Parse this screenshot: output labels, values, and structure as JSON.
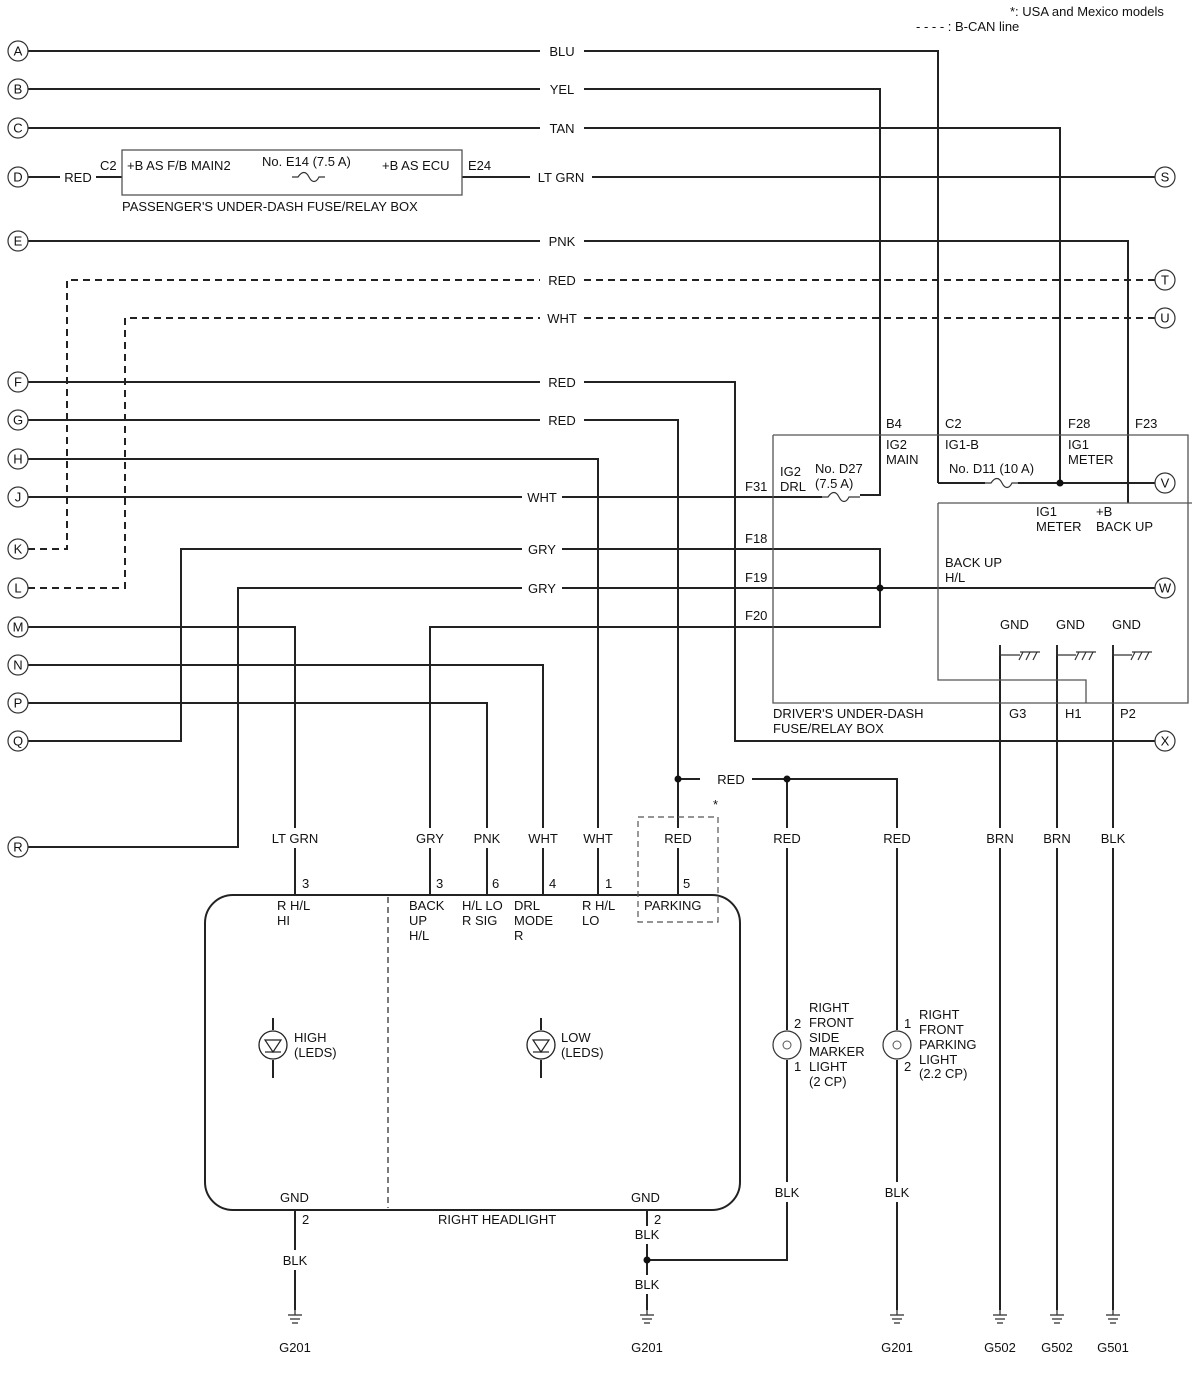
{
  "legend": {
    "note1": "*: USA and Mexico models",
    "note2": "- - - - : B-CAN line"
  },
  "left_connectors": [
    "A",
    "B",
    "C",
    "D",
    "E",
    "K",
    "L",
    "F",
    "G",
    "H",
    "J",
    "M",
    "N",
    "P",
    "Q",
    "R"
  ],
  "right_connectors": [
    "S",
    "T",
    "U",
    "V",
    "W",
    "X"
  ],
  "wire_colors": {
    "A": "BLU",
    "B": "YEL",
    "C": "TAN",
    "D_left": "RED",
    "D_right": "LT GRN",
    "E": "PNK",
    "T": "RED",
    "U": "WHT",
    "F": "RED",
    "G": "RED",
    "J": "WHT",
    "Q": "GRY",
    "R": "GRY",
    "parking_red": "RED"
  },
  "passenger_box": {
    "c2": "C2",
    "e24": "E24",
    "left_label": "+B AS F/B MAIN2",
    "fuse": "No. E14 (7.5 A)",
    "right_label": "+B AS ECU",
    "caption": "PASSENGER'S UNDER-DASH FUSE/RELAY BOX"
  },
  "driver_box": {
    "pins_top": [
      "B4",
      "C2",
      "F28",
      "F23"
    ],
    "ig2_main": [
      "IG2",
      "MAIN"
    ],
    "ig1_b": "IG1-B",
    "ig1_meter_top": [
      "IG1",
      "METER"
    ],
    "ig2_drl": [
      "IG2",
      "DRL"
    ],
    "fuse_d27": [
      "No. D27",
      "(7.5 A)"
    ],
    "fuse_d11": "No. D11 (10 A)",
    "ig1_meter": [
      "IG1",
      "METER"
    ],
    "b_backup": [
      "+B",
      "BACK UP"
    ],
    "pins_left": [
      "F31",
      "F18",
      "F19",
      "F20"
    ],
    "backup_hl": [
      "BACK UP",
      "H/L"
    ],
    "gnd": [
      "GND",
      "GND",
      "GND"
    ],
    "gnd_pins": [
      "G3",
      "H1",
      "P2"
    ],
    "caption": [
      "DRIVER'S UNDER-DASH",
      "FUSE/RELAY BOX"
    ]
  },
  "headlight": {
    "wire_colors": [
      "LT GRN",
      "GRY",
      "PNK",
      "WHT",
      "WHT",
      "RED"
    ],
    "pins": [
      "3",
      "3",
      "6",
      "4",
      "1",
      "5"
    ],
    "labels": [
      [
        "R H/L",
        "HI"
      ],
      [
        "BACK",
        "UP",
        "H/L"
      ],
      [
        "H/L LO",
        "R SIG"
      ],
      [
        "DRL",
        "MODE",
        "R"
      ],
      [
        "R H/L",
        "LO"
      ],
      [
        "PARKING"
      ]
    ],
    "star": "*",
    "high": [
      "HIGH",
      "(LEDS)"
    ],
    "low": [
      "LOW",
      "(LEDS)"
    ],
    "gnd_left": "GND",
    "gnd_left_pin": "2",
    "gnd_right": "GND",
    "gnd_right_pin": "2",
    "caption": "RIGHT HEADLIGHT"
  },
  "side_marker": {
    "wire_top": "RED",
    "pin_top": "2",
    "pin_bottom": "1",
    "wire_bottom": "BLK",
    "label": [
      "RIGHT",
      "FRONT",
      "SIDE",
      "MARKER",
      "LIGHT",
      "(2 CP)"
    ]
  },
  "parking_light": {
    "wire_top": "RED",
    "pin_top": "1",
    "pin_bottom": "2",
    "wire_bottom": "BLK",
    "label": [
      "RIGHT",
      "FRONT",
      "PARKING",
      "LIGHT",
      "(2.2 CP)"
    ]
  },
  "ground_wires": {
    "hl_left": "BLK",
    "hl_right_top": "BLK",
    "hl_right_bottom": "BLK",
    "g3": "BRN",
    "h1": "BRN",
    "p2": "BLK"
  },
  "grounds": [
    "G201",
    "G201",
    "G201",
    "G502",
    "G502",
    "G501"
  ]
}
